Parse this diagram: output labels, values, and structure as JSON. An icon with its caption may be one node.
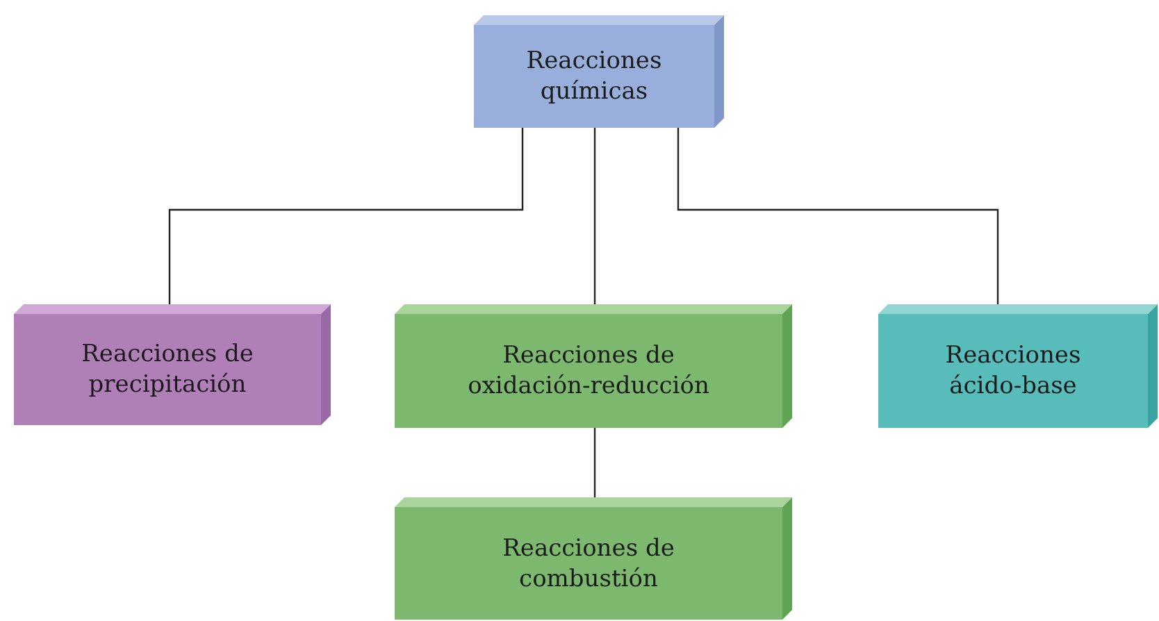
{
  "diagram": {
    "nodes": [
      {
        "text": [
          "Reacciones químicas"
        ]
      },
      {
        "text": [
          "Reacciones de precipitación"
        ]
      },
      {
        "text": [
          "Reacciones de oxidación-reducción"
        ]
      },
      {
        "text": [
          "Reacciones ácido-base"
        ]
      },
      {
        "text": [
          "Reacciones de combustión"
        ]
      }
    ],
    "edges": [
      {
        "from": 0,
        "to": 1,
        "arrow": "none"
      },
      {
        "from": 0,
        "to": 2,
        "arrow": "none"
      },
      {
        "from": 0,
        "to": 3,
        "arrow": "none"
      },
      {
        "from": 2,
        "to": 4,
        "arrow": "none"
      }
    ]
  }
}
